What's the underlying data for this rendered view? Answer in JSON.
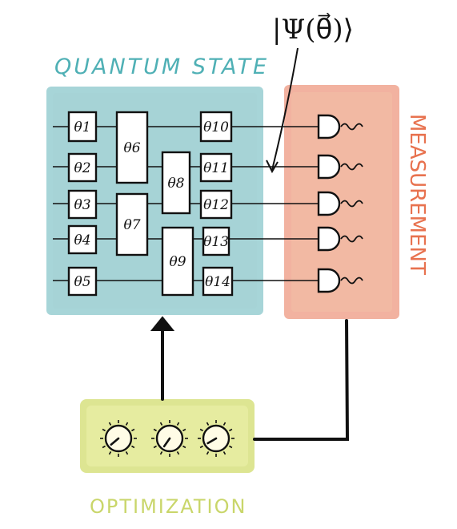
{
  "labels": {
    "quantum_state": "QUANTUM STATE",
    "measurement": "MEASUREMENT",
    "optimization": "OPTIMIZATION",
    "state_vector": "|Ψ(θ⃗)⟩"
  },
  "gates": [
    {
      "id": "g1",
      "label": "θ1"
    },
    {
      "id": "g2",
      "label": "θ2"
    },
    {
      "id": "g3",
      "label": "θ3"
    },
    {
      "id": "g4",
      "label": "θ4"
    },
    {
      "id": "g5",
      "label": "θ5"
    },
    {
      "id": "g6",
      "label": "θ6"
    },
    {
      "id": "g7",
      "label": "θ7"
    },
    {
      "id": "g8",
      "label": "θ8"
    },
    {
      "id": "g9",
      "label": "θ9"
    },
    {
      "id": "g10",
      "label": "θ10"
    },
    {
      "id": "g11",
      "label": "θ11"
    },
    {
      "id": "g12",
      "label": "θ12"
    },
    {
      "id": "g13",
      "label": "θ13"
    },
    {
      "id": "g14",
      "label": "θ14"
    }
  ],
  "colors": {
    "quantum_fill": "#a6d3d6",
    "quantum_border": "#5fb3b8",
    "quantum_label": "#4fb0b5",
    "measure_fill": "#f2b9a3",
    "measure_border": "#ea7f61",
    "measure_label": "#e8724f",
    "opt_fill": "#e6eca0",
    "opt_border": "#d4de77",
    "opt_label": "#c9d66a",
    "ink": "#111111"
  }
}
